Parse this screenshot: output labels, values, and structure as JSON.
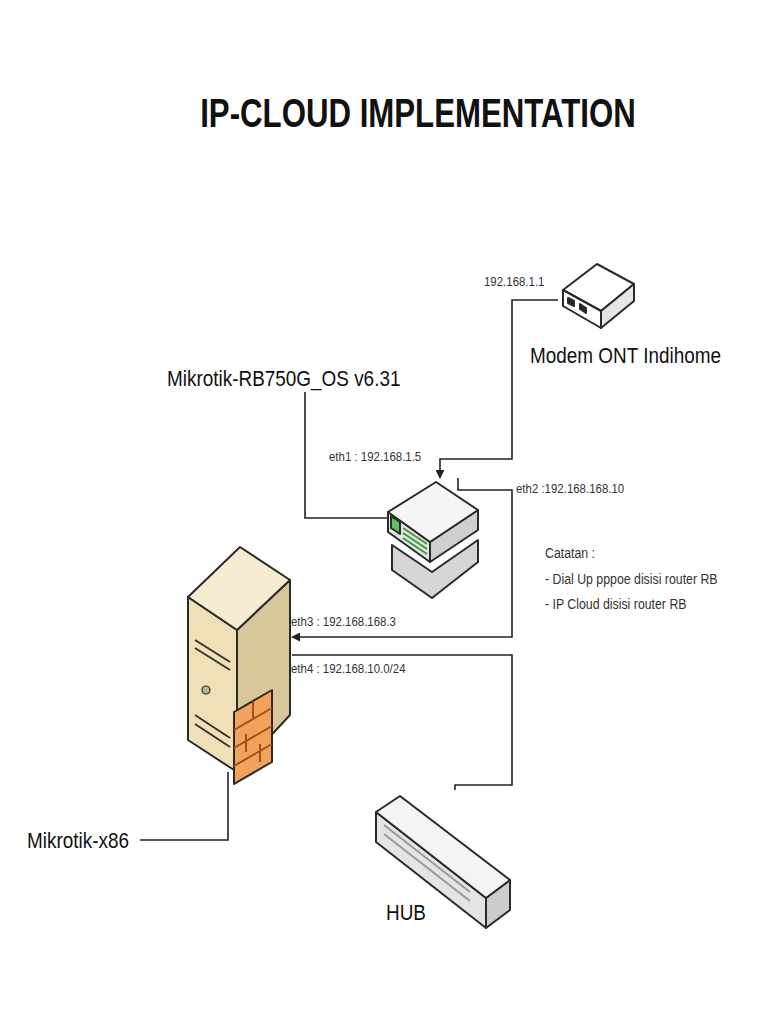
{
  "diagram": {
    "title": "IP-CLOUD IMPLEMENTATION",
    "nodes": [
      {
        "text": [
          "Modem ONT Indihome"
        ]
      },
      {
        "text": [
          "Mikrotik-RB750G_OS v6.31"
        ]
      },
      {
        "text": [
          "Mikrotik-x86"
        ]
      },
      {
        "text": [
          "HUB"
        ]
      }
    ],
    "edges": [
      {
        "from": 0,
        "to": 1,
        "arrow": "to"
      },
      {
        "from": 1,
        "to": 2,
        "arrow": "to"
      },
      {
        "from": 2,
        "to": 3,
        "arrow": "none"
      }
    ],
    "labels": [
      "192.168.1.1",
      "eth1 : 192.168.1.5",
      "eth2 :192.168.168.10",
      "eth3 : 192.168.168.3",
      "eth4 : 192.168.10.0/24",
      "Catatan :",
      "- Dial Up pppoe disisi router RB",
      "- IP Cloud disisi router RB"
    ]
  }
}
